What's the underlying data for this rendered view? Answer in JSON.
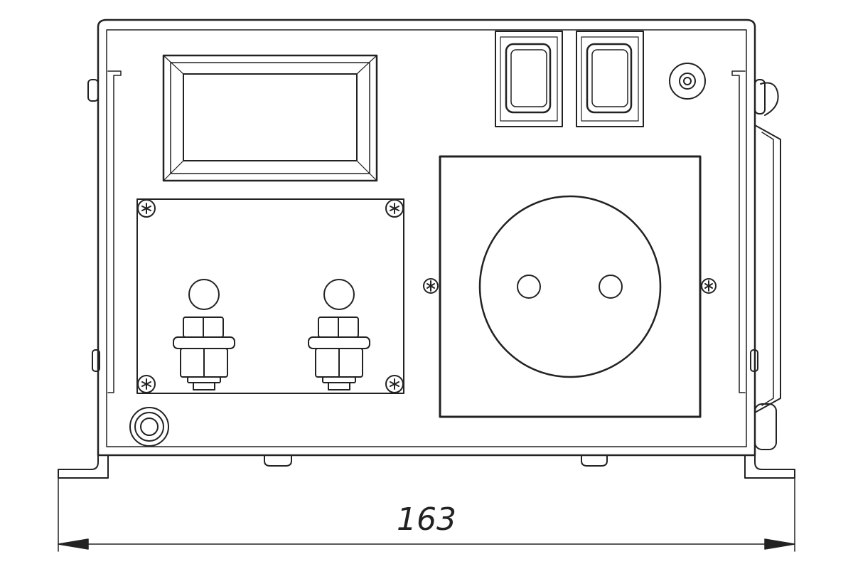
{
  "diagram": {
    "type": "technical-drawing-front-view",
    "dimension": {
      "label": "163"
    },
    "colors": {
      "line": "#222222",
      "background": "#ffffff"
    },
    "components": [
      "display-window",
      "rocker-switch-left",
      "rocker-switch-right",
      "indicator-led",
      "terminal-plate",
      "output-terminal-left",
      "output-terminal-right",
      "socket-plate",
      "power-socket",
      "fuse-holder"
    ]
  }
}
